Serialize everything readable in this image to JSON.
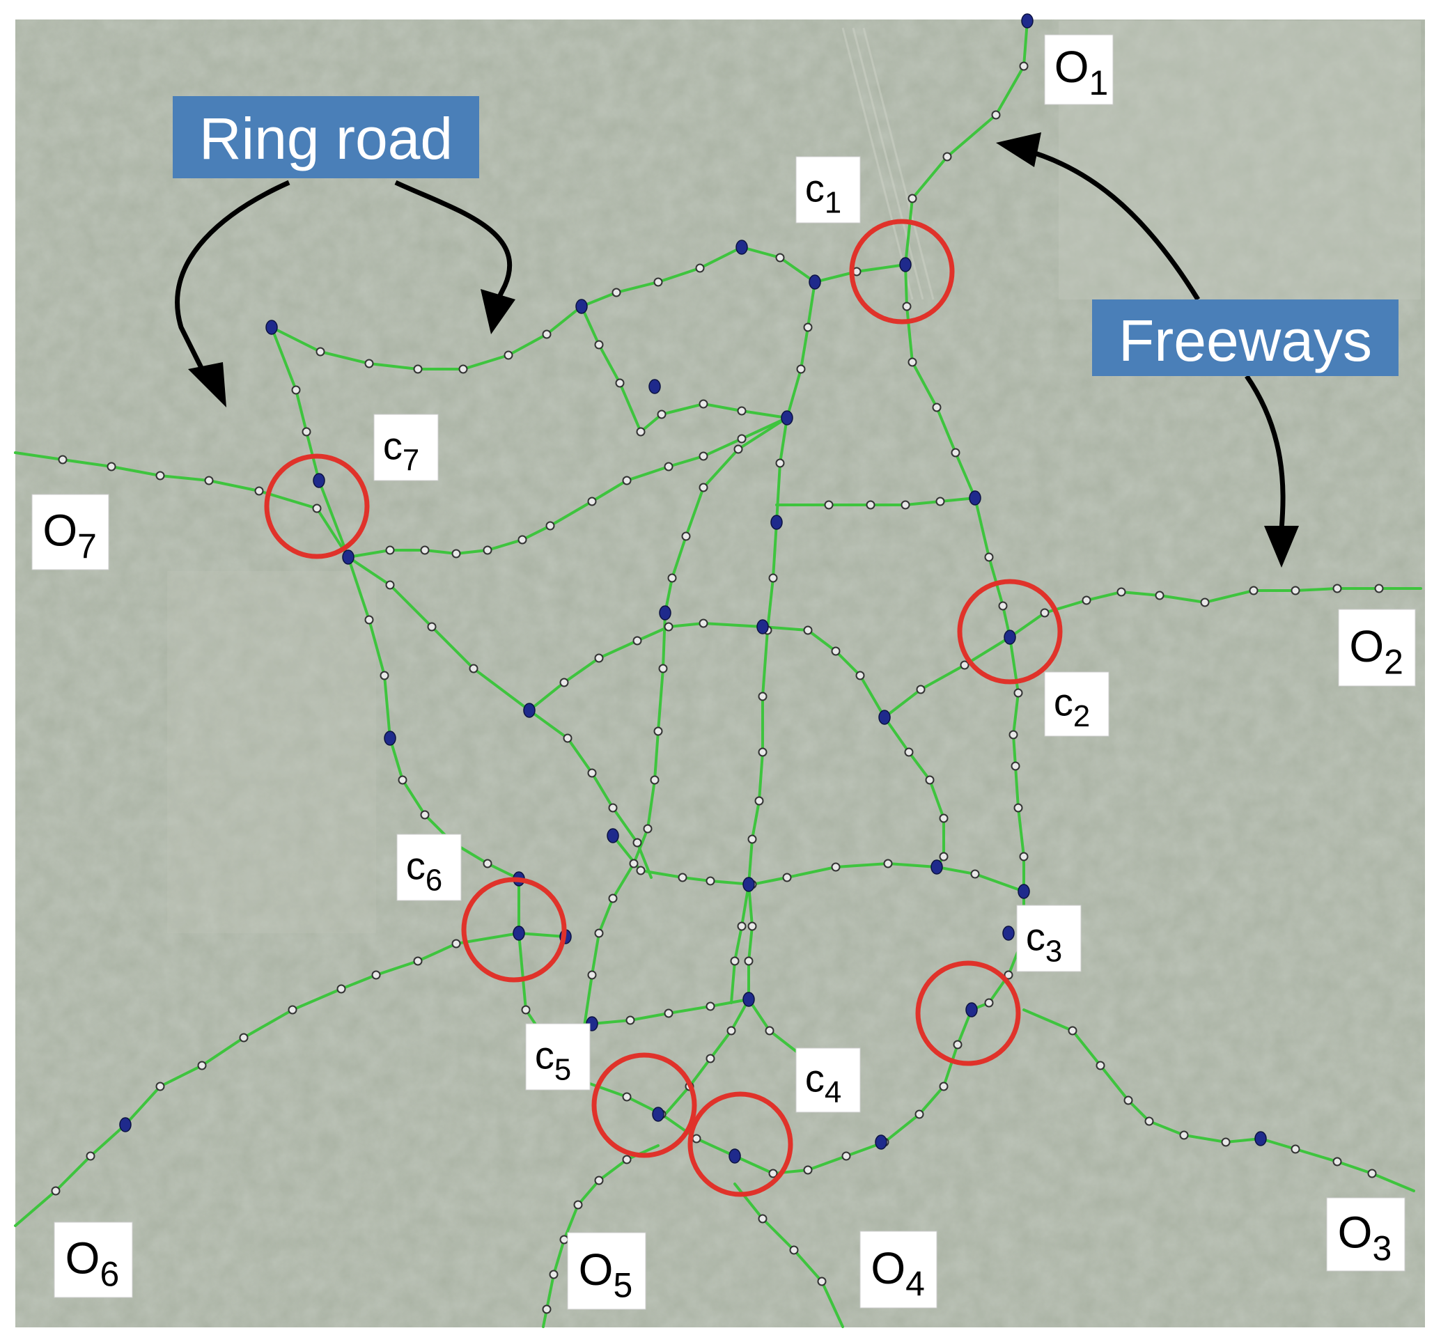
{
  "callouts": {
    "ring_road": "Ring road",
    "freeways": "Freeways",
    "callout_color": "#4a7fb8"
  },
  "origins": [
    {
      "id": "o1",
      "base": "O",
      "sub": "1"
    },
    {
      "id": "o2",
      "base": "O",
      "sub": "2"
    },
    {
      "id": "o3",
      "base": "O",
      "sub": "3"
    },
    {
      "id": "o4",
      "base": "O",
      "sub": "4"
    },
    {
      "id": "o5",
      "base": "O",
      "sub": "5"
    },
    {
      "id": "o6",
      "base": "O",
      "sub": "6"
    },
    {
      "id": "o7",
      "base": "O",
      "sub": "7"
    }
  ],
  "controllers": [
    {
      "id": "c1",
      "base": "c",
      "sub": "1"
    },
    {
      "id": "c2",
      "base": "c",
      "sub": "2"
    },
    {
      "id": "c3",
      "base": "c",
      "sub": "3"
    },
    {
      "id": "c4",
      "base": "c",
      "sub": "4"
    },
    {
      "id": "c5",
      "base": "c",
      "sub": "5"
    },
    {
      "id": "c6",
      "base": "c",
      "sub": "6"
    },
    {
      "id": "c7",
      "base": "c",
      "sub": "7"
    }
  ],
  "colors": {
    "road": "#3ec43e",
    "junction_node": "#1f2a8c",
    "sensor_node": "#e8e8e8",
    "controller_ring": "#e0322a",
    "arrow": "#000000",
    "map_background": "#a9b2a2"
  }
}
